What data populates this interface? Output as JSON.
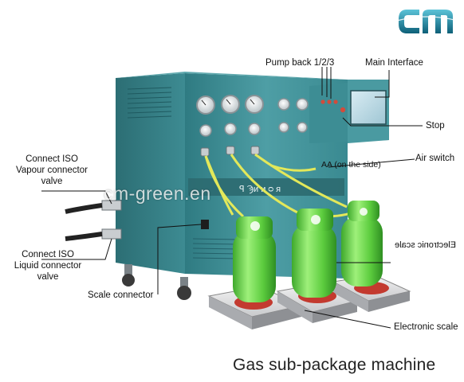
{
  "logo": {
    "text": "cm",
    "colors": [
      "#0d6f86",
      "#39a8c0"
    ]
  },
  "machine": {
    "color": "#3f8f96",
    "watermark": "cm-green.en",
    "panel_lettering": "ꟼ Ϡᴎ ᴎ ᴑ ᴙ",
    "side_note": "AA (on the side)"
  },
  "labels": {
    "pump_back": "Pump back 1/2/3",
    "main_interface": "Main Interface",
    "stop": "Stop",
    "air_switch": "Air switch",
    "vapour_connector": [
      "Connect ISO",
      "Vapour connector",
      "valve"
    ],
    "liquid_connector": [
      "Connect ISO",
      "Liquid connector",
      "valve"
    ],
    "scale_connector": "Scale connector",
    "electronic_scale": "Electronic scale",
    "mirrored_text": "Electronic scale"
  },
  "caption": "Gas sub-package machine",
  "colors": {
    "cylinder": "#6fd24a",
    "scale": "#d9dadd",
    "hose_yellow": "#e8ea6a"
  }
}
